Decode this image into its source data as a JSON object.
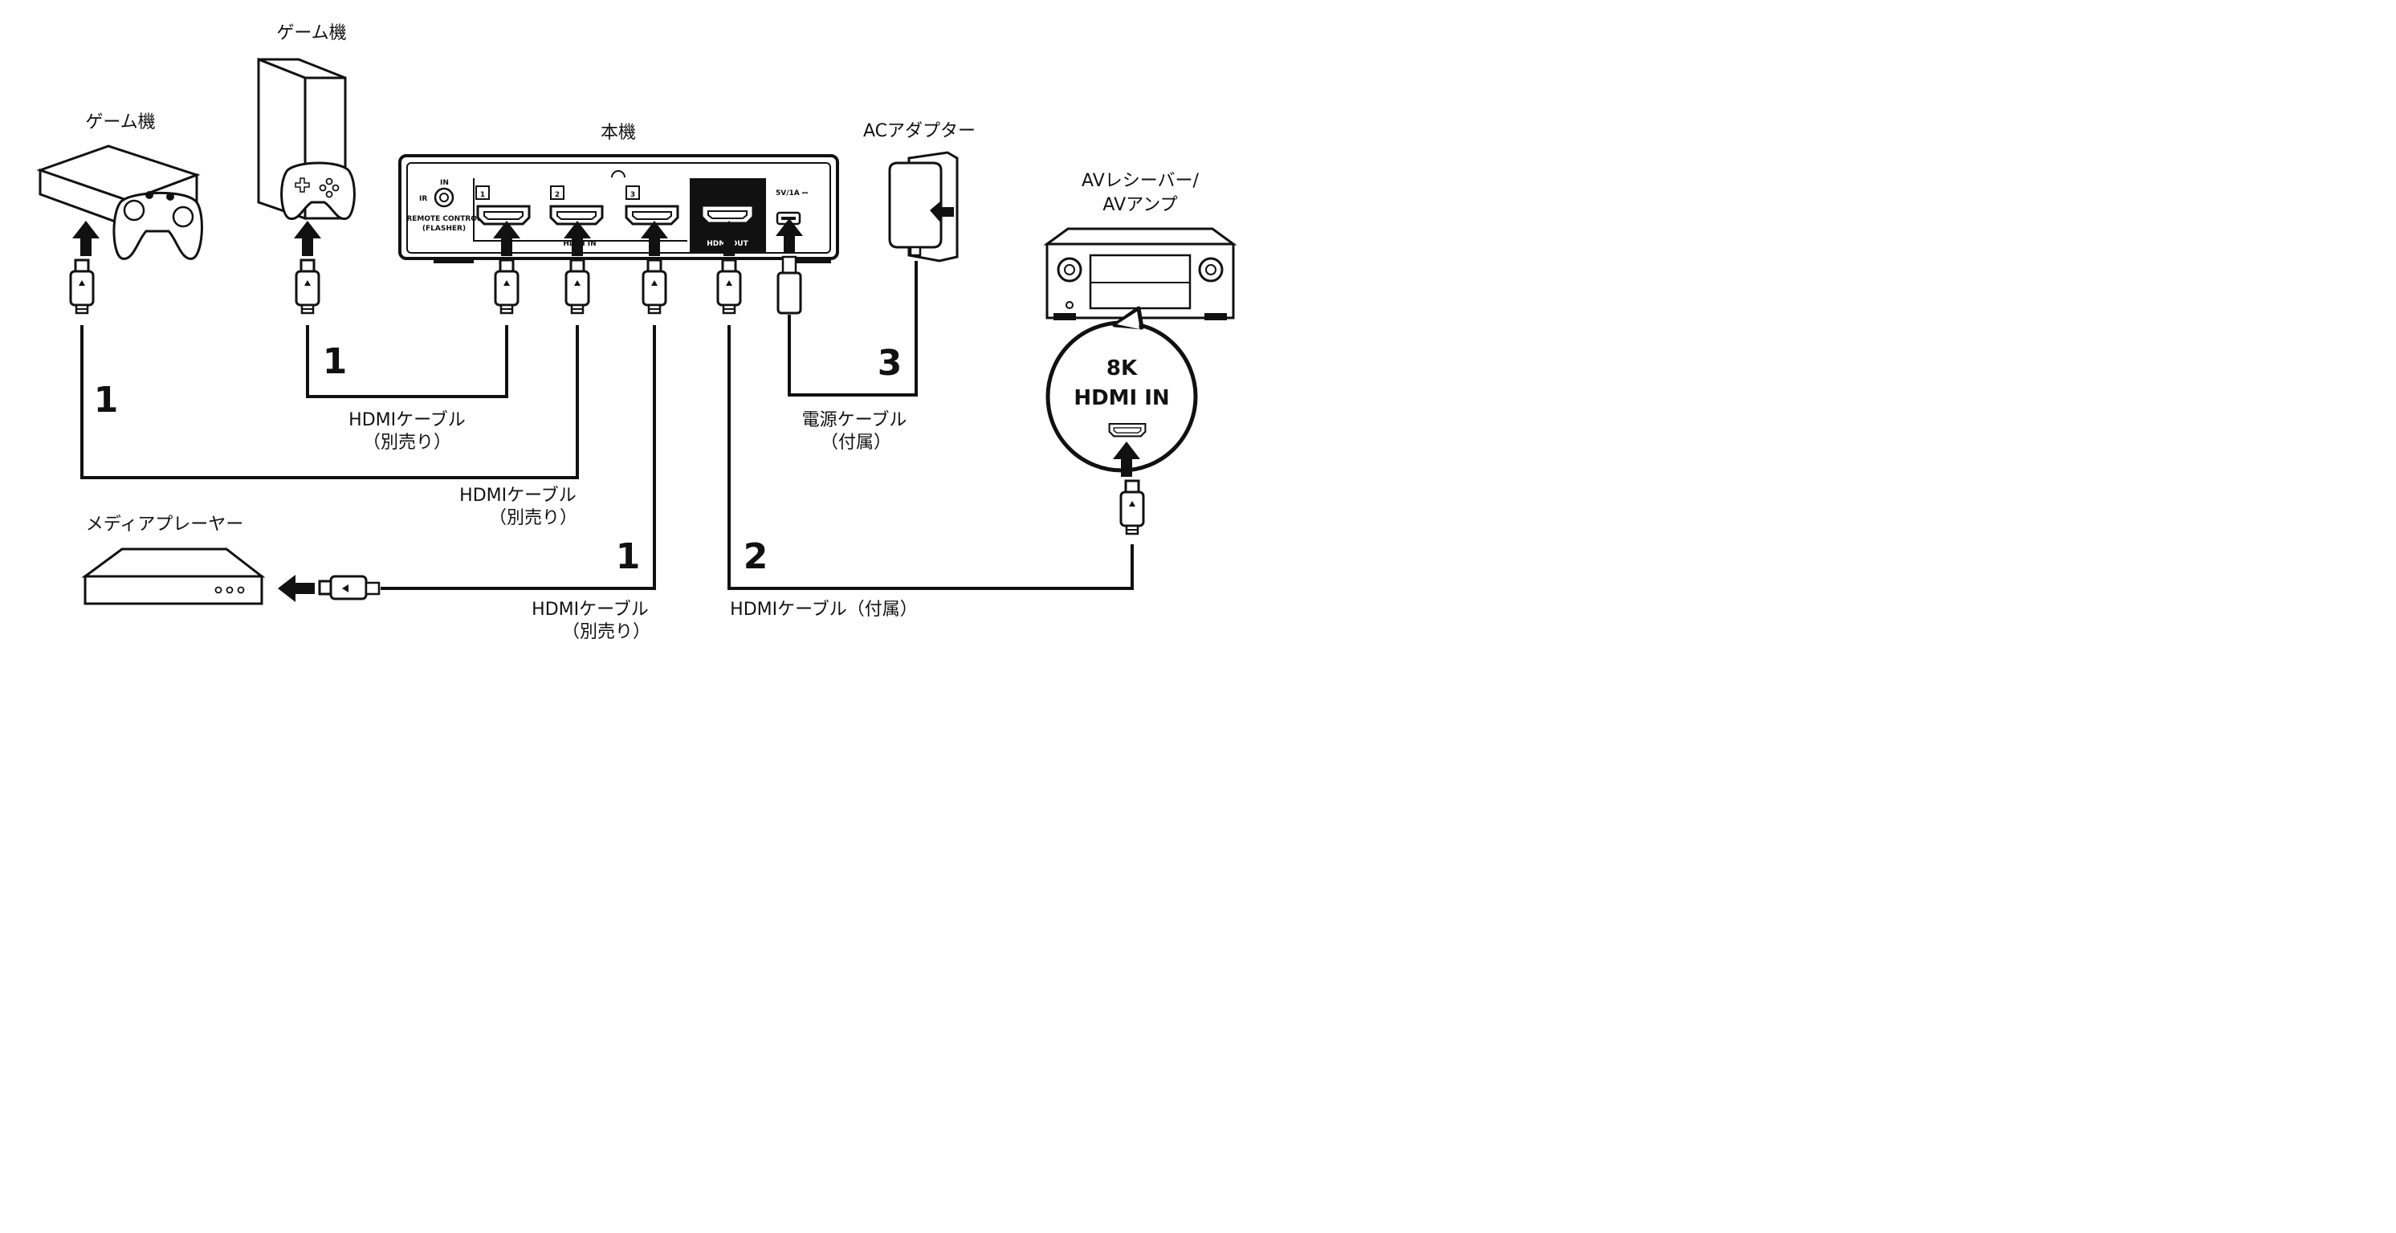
{
  "devices": {
    "game1": "ゲーム機",
    "game2": "ゲーム機",
    "unit": "本機",
    "adapter": "ACアダプター",
    "receiver_line1": "AVレシーバー/",
    "receiver_line2": "AVアンプ",
    "player": "メディアプレーヤー"
  },
  "unit_panel": {
    "ir_in": "IN",
    "ir": "IR",
    "remote_line1": "REMOTE CONTROL",
    "remote_line2": "(FLASHER)",
    "input1": "1",
    "input2": "2",
    "input3": "3",
    "hdmi_in": "HDMI IN",
    "hdmi_out": "HDMI OUT",
    "power_spec": "5V/1A ⎓"
  },
  "steps": {
    "s1a": "1",
    "s1b": "1",
    "s1c": "1",
    "s2": "2",
    "s3": "3"
  },
  "cables": {
    "c1_line1": "HDMIケーブル",
    "c1_line2": "（別売り）",
    "c2_line1": "HDMIケーブル",
    "c2_line2": "（別売り）",
    "c3_line1": "HDMIケーブル",
    "c3_line2": "（別売り）",
    "c4": "HDMIケーブル（付属）",
    "power_line1": "電源ケーブル",
    "power_line2": "（付属）"
  },
  "bubble": {
    "line1": "8K",
    "line2": "HDMI IN"
  }
}
